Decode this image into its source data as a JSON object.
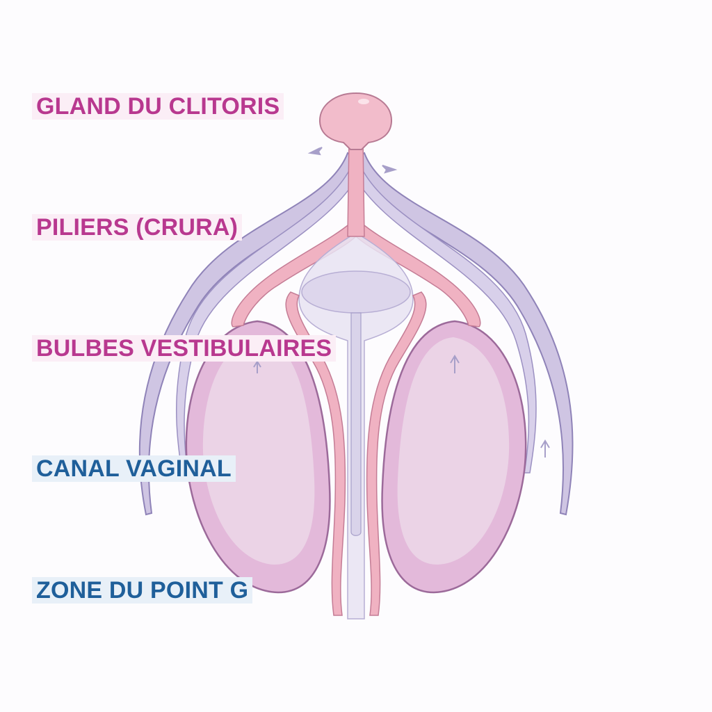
{
  "labels": [
    {
      "text": "GLAND DU CLITORIS",
      "color": "#b8388f"
    },
    {
      "text": "PILIERS (CRURA)",
      "color": "#b8388f"
    },
    {
      "text": "BULBES VESTIBULAIRES",
      "color": "#b8388f"
    },
    {
      "text": "CANAL VAGINAL",
      "color": "#1f5f9a"
    },
    {
      "text": "ZONE DU POINT G",
      "color": "#1f5f9a"
    }
  ],
  "colors": {
    "crura_fill": "#cfc5e3",
    "crura_stroke": "#8f83b8",
    "bulb_fill": "#e3b9da",
    "bulb_inner": "#ebd3e6",
    "bulb_stroke": "#9c6a9a",
    "glans_fill": "#f2bccb",
    "glans_stroke": "#b77a93",
    "body_fill": "#f0b2c2",
    "canal_fill": "#e7e3f2",
    "arrow": "#a79fc9"
  }
}
